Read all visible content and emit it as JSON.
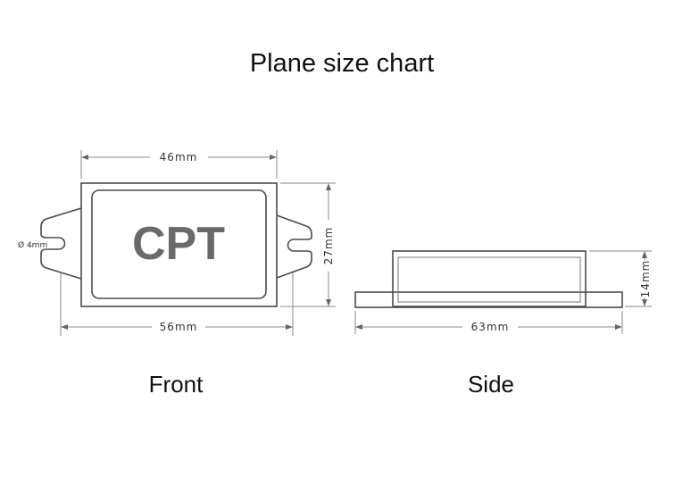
{
  "title": "Plane size chart",
  "views": {
    "front_label": "Front",
    "side_label": "Side"
  },
  "logo_text": "CPT",
  "dimensions": {
    "front_width_top": "46mm",
    "front_width_bottom": "56mm",
    "front_height": "27mm",
    "hole_diameter": "Ø 4mm",
    "side_width": "63mm",
    "side_height": "14mm"
  }
}
